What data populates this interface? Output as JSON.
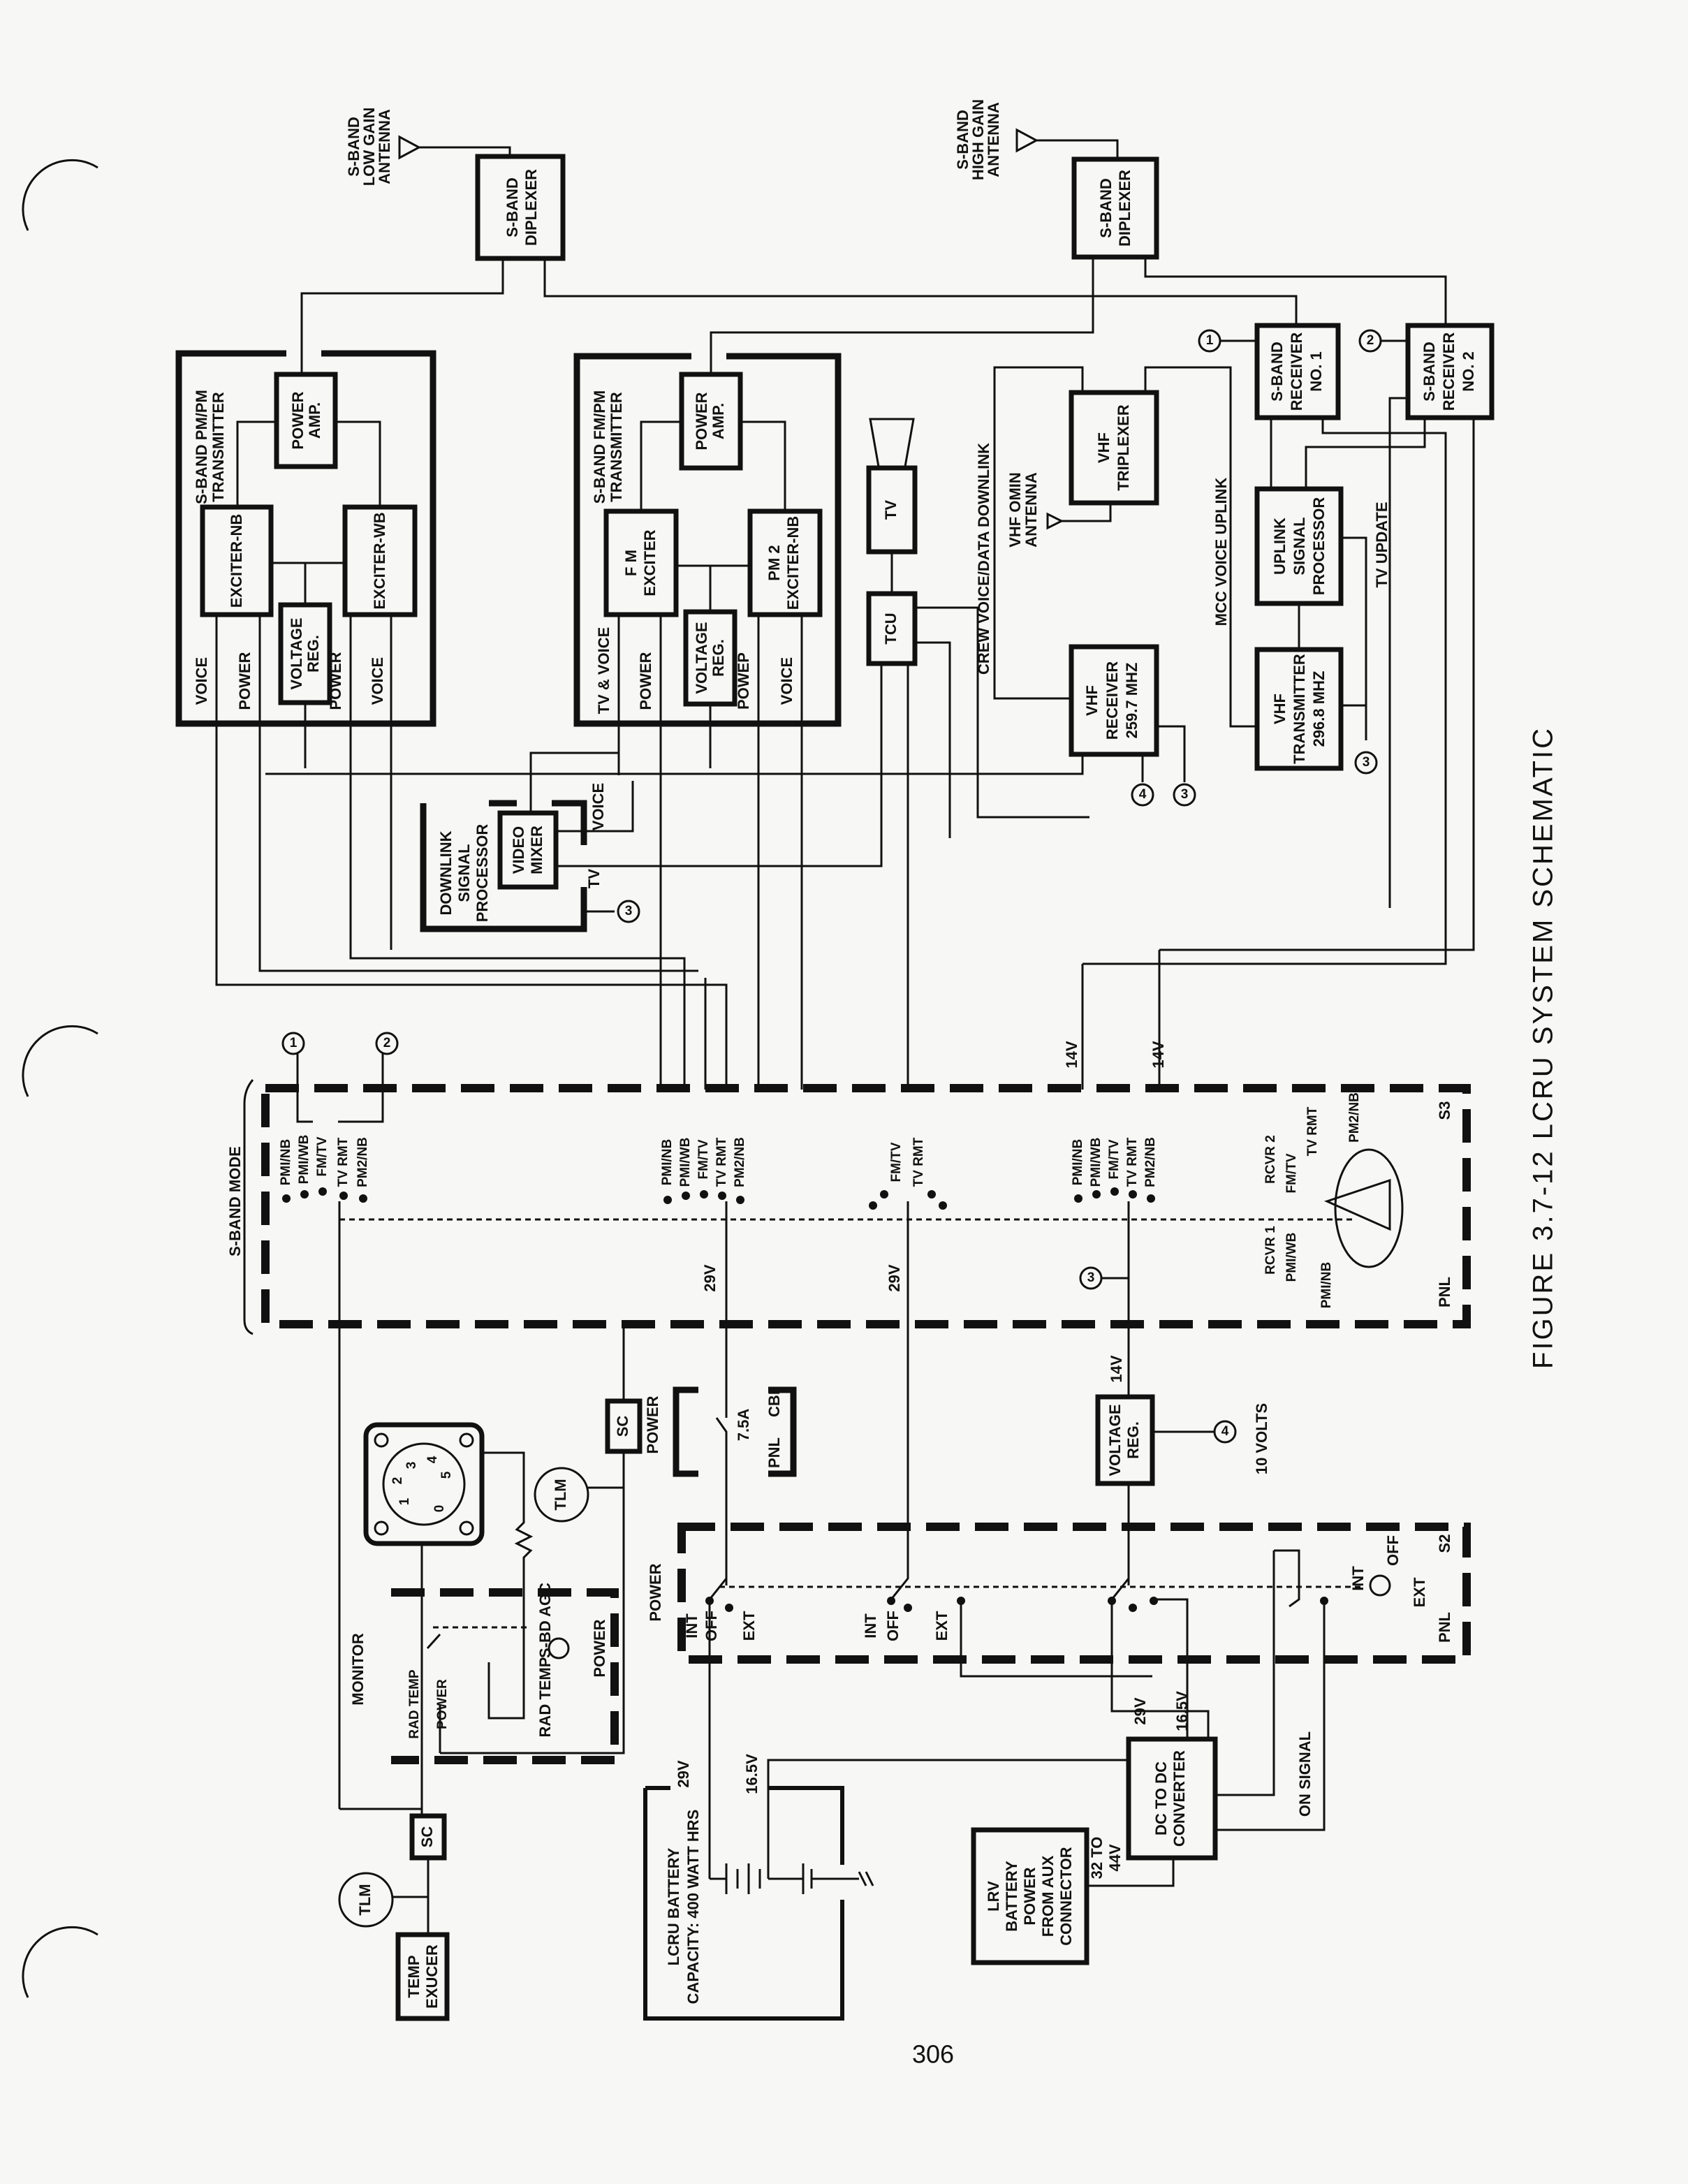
{
  "figure": {
    "title": "FIGURE 3.7-12  LCRU SYSTEM SCHEMATIC",
    "page_number": "306"
  },
  "antennas": {
    "low_gain": [
      "S-BAND",
      "LOW GAIN",
      "ANTENNA"
    ],
    "high_gain": [
      "S-BAND",
      "HIGH GAIN",
      "ANTENNA"
    ],
    "vhf_omni": [
      "VHF OMIN",
      "ANTENNA"
    ]
  },
  "blocks": {
    "diplexer1": [
      "S-BAND",
      "DIPLEXER"
    ],
    "diplexer2": [
      "S-BAND",
      "DIPLEXER"
    ],
    "tx1_title": [
      "S-BAND PM/PM",
      "TRANSMITTER"
    ],
    "tx1_power_amp": [
      "POWER",
      "AMP."
    ],
    "tx1_exciter_nb": "EXCITER-NB",
    "tx1_exciter_wb": "EXCITER-WB",
    "tx1_voltage_reg": [
      "VOLTAGE",
      "REG."
    ],
    "tx1_inputs": [
      "VOICE",
      "POWER",
      "POWER",
      "VOICE"
    ],
    "tx2_title": [
      "S-BAND FM/PM",
      "TRANSMITTER"
    ],
    "tx2_power_amp": [
      "POWER",
      "AMP."
    ],
    "tx2_fm_exciter": [
      "F M",
      "EXCITER"
    ],
    "tx2_pm2_exciter": [
      "PM 2",
      "EXCITER-NB"
    ],
    "tx2_voltage_reg": [
      "VOLTAGE",
      "REG."
    ],
    "tx2_inputs": [
      "TV & VOICE",
      "POWER",
      "POWEP",
      "VOICE"
    ],
    "tv": "TV",
    "tcu": "TCU",
    "vhf_triplexer": [
      "VHF",
      "TRIPLEXER"
    ],
    "vhf_receiver": [
      "VHF",
      "RECEIVER",
      "259.7 MHZ"
    ],
    "sband_receiver1": [
      "S-BAND",
      "RECEIVER",
      "NO. 1"
    ],
    "sband_receiver2": [
      "S-BAND",
      "RECEIVER",
      "NO. 2"
    ],
    "uplink_processor": [
      "UPLINK",
      "SIGNAL",
      "PROCESSOR"
    ],
    "vhf_transmitter": [
      "VHF",
      "TRANSMITTER",
      "296.8 MHZ"
    ],
    "downlink_processor": [
      "DOWNLINK",
      "SIGNAL",
      "PROCESSOR"
    ],
    "video_mixer": [
      "VIDEO",
      "MIXER"
    ],
    "dlp_inputs": [
      "VOICE",
      "TV"
    ],
    "sc_upper": "SC",
    "sc_lower": "SC",
    "tlm_upper": "TLM",
    "tlm_lower": "TLM",
    "temp_xducer": [
      "TEMP",
      "EXUCER"
    ],
    "voltage_reg_lower": [
      "VOLTAGE",
      "REG."
    ],
    "lcru_battery": [
      "LCRU BATTERY",
      "CAPACITY: 400 WATT HRS"
    ],
    "dc_converter": [
      "DC TO DC",
      "CONVERTER"
    ],
    "lrv_battery": [
      "LRV",
      "BATTERY",
      "POWER",
      "FROM AUX",
      "CONNECTOR"
    ]
  },
  "signals": {
    "crew_voice": "CREW VOICE/DATA DOWNLINK",
    "mcc_voice": "MCC VOICE UPLINK",
    "tv_update": "TV UPDATE",
    "v29a": "29V",
    "v29b": "29V",
    "v14a": "14V",
    "v14b": "14V",
    "v14c": "14V",
    "v29c": "29V",
    "v165a": "16.5V",
    "v29d": "29V",
    "v165b": "16.5V",
    "ten_volts": "10 VOLTS",
    "lrv_volts": [
      "32 TO",
      "44V"
    ],
    "on_signal": "ON SIGNAL"
  },
  "sband_mode": {
    "title": "S-BAND MODE",
    "group1": [
      "PMI/NB",
      "PMI/WB",
      "FM/TV",
      "TV RMT",
      "PM2/NB"
    ],
    "group2": [
      "PMI/NB",
      "PMI/WB",
      "FM/TV",
      "TV RMT",
      "PM2/NB"
    ],
    "group3": [
      "FM/TV",
      "TV RMT"
    ],
    "group4": [
      "PMI/NB",
      "PMI/WB",
      "FM/TV",
      "TV RMT",
      "PM2/NB"
    ],
    "knob": [
      "RCVR 1",
      "RCVR 2",
      "PMI/WB",
      "FM/TV",
      "TV RMT",
      "PMI/NB",
      "PM2/NB"
    ],
    "panel": "PNL",
    "switch": "S3"
  },
  "power_panel": {
    "power_label": "POWER",
    "cb_label": "POWER",
    "cb_rating": "7.5A",
    "cb_panel": [
      "PNL",
      "CBI"
    ],
    "sw1": [
      "INT",
      "OFF",
      "EXT"
    ],
    "sw2": [
      "INT",
      "OFF",
      "EXT"
    ],
    "toggle": [
      "INT",
      "OFF",
      "EXT"
    ],
    "panel": "PNL",
    "switch": "S2"
  },
  "monitor_panel": {
    "title": "MONITOR",
    "pos": [
      "RAD TEMP",
      "POWER"
    ],
    "sbd_agc": "S-BD AGC",
    "rad_temp": "RAD TEMP",
    "power": "POWER",
    "dial": [
      "1",
      "2",
      "3",
      "4",
      "5",
      "0"
    ]
  },
  "node_markers": [
    "1",
    "2",
    "3",
    "4"
  ]
}
